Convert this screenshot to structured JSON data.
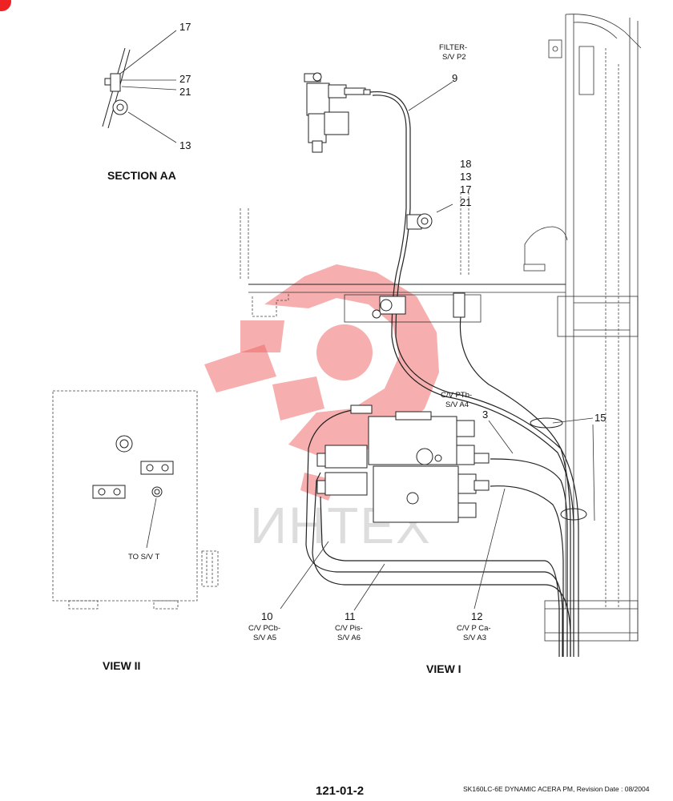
{
  "section_aa": {
    "title": "SECTION AA",
    "callouts": [
      "17",
      "27",
      "21",
      "13"
    ]
  },
  "view_i": {
    "title": "VIEW I",
    "filter_label": [
      "FILTER-",
      "S/V P2"
    ],
    "callouts": {
      "c9": "9",
      "group": [
        "18",
        "13",
        "17",
        "21"
      ],
      "c3": "3",
      "c15": "15",
      "c10": "10",
      "c11": "11",
      "c12": "12"
    },
    "ptb_label": [
      "C/V PTb-",
      "S/V A4"
    ],
    "pcb_label": [
      "C/V PCb-",
      "S/V A5"
    ],
    "pis_label": [
      "C/V Pis-",
      "S/V A6"
    ],
    "pca_label": [
      "C/V P Ca-",
      "S/V A3"
    ]
  },
  "view_ii": {
    "title": "VIEW II",
    "to_label": "TO S/V T"
  },
  "watermark": "ИНТЕХ",
  "footer": {
    "page_number": "121-01-2",
    "doc_info": "SK160LC-6E DYNAMIC ACERA PM, Revision Date : 08/2004"
  }
}
